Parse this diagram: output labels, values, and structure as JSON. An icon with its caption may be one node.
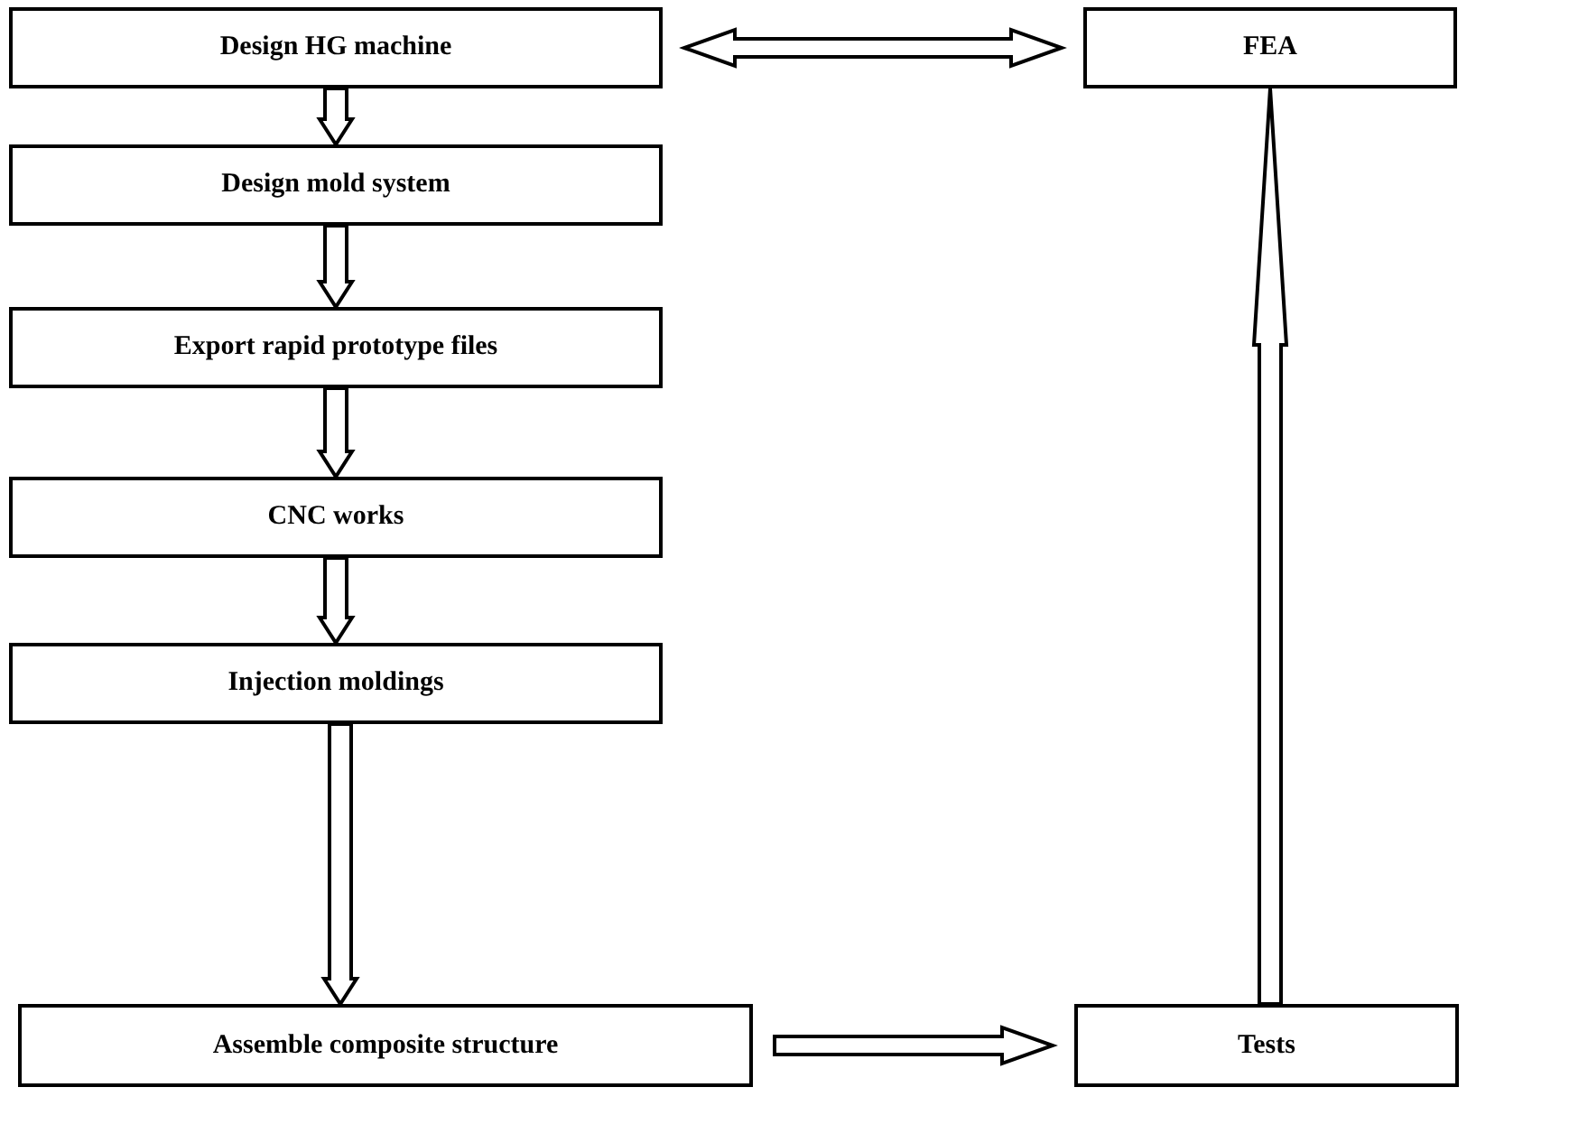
{
  "diagram": {
    "nodes": [
      {
        "text": [
          "Design HG machine"
        ]
      },
      {
        "text": [
          "Design mold system"
        ]
      },
      {
        "text": [
          "Export rapid prototype files"
        ]
      },
      {
        "text": [
          "CNC works"
        ]
      },
      {
        "text": [
          "Injection moldings"
        ]
      },
      {
        "text": [
          "Assemble composite structure"
        ]
      },
      {
        "text": [
          "FEA"
        ]
      },
      {
        "text": [
          "Tests"
        ]
      }
    ],
    "edges": [
      {
        "from": 0,
        "to": 6,
        "arrow": "both"
      },
      {
        "from": 0,
        "to": 1,
        "arrow": "to"
      },
      {
        "from": 1,
        "to": 2,
        "arrow": "to"
      },
      {
        "from": 2,
        "to": 3,
        "arrow": "to"
      },
      {
        "from": 3,
        "to": 4,
        "arrow": "to"
      },
      {
        "from": 4,
        "to": 5,
        "arrow": "to"
      },
      {
        "from": 5,
        "to": 7,
        "arrow": "to"
      },
      {
        "from": 7,
        "to": 6,
        "arrow": "to"
      }
    ]
  }
}
